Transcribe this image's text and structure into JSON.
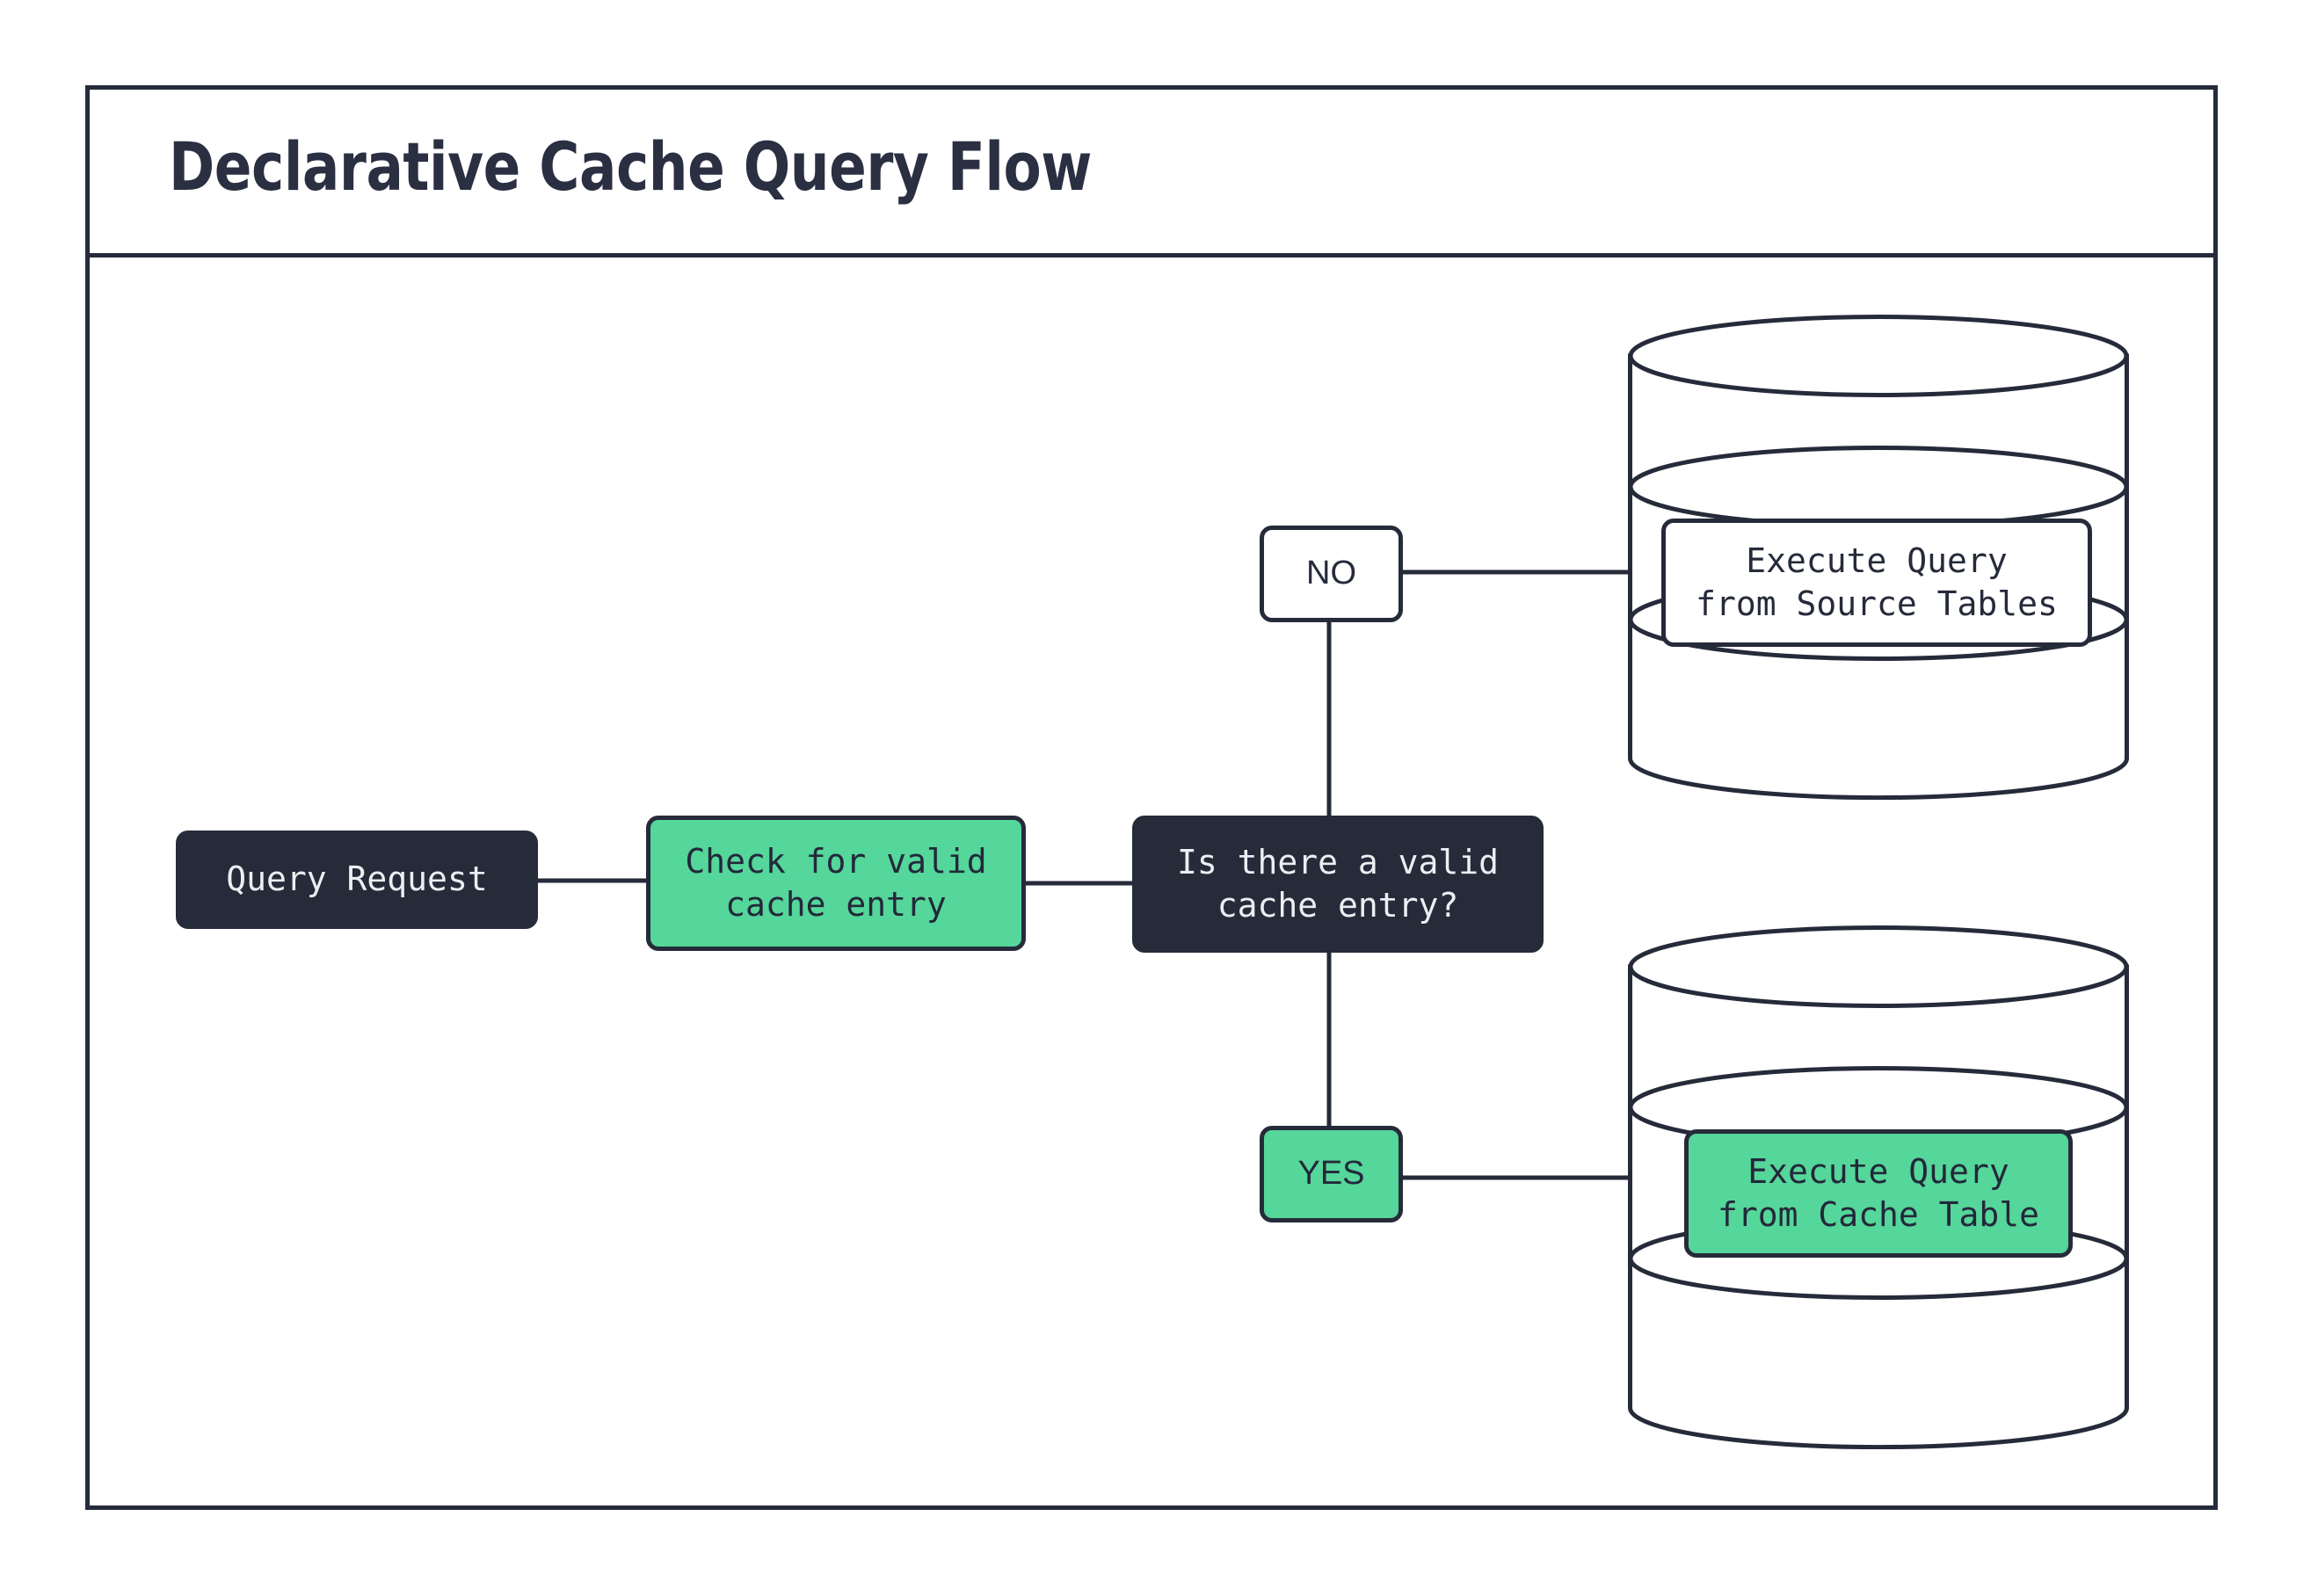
{
  "diagram": {
    "title": "Declarative Cache Query Flow",
    "type": "flowchart",
    "colors": {
      "dark": "#262b3a",
      "green": "#55d69a",
      "white": "#ffffff",
      "text_light": "#eceef2",
      "text_dark": "#23283a",
      "stroke": "#262b3a"
    },
    "nodes": {
      "query_request": {
        "label": "Query Request",
        "shape": "rounded-rect",
        "fill": "dark"
      },
      "check_cache": {
        "label": "Check for valid\ncache entry",
        "shape": "rounded-rect",
        "fill": "green"
      },
      "decision": {
        "label": "Is there a valid\ncache entry?",
        "shape": "rounded-rect",
        "fill": "dark"
      },
      "label_no": {
        "label": "NO",
        "shape": "rounded-rect",
        "fill": "white"
      },
      "label_yes": {
        "label": "YES",
        "shape": "rounded-rect",
        "fill": "green"
      },
      "source_tables": {
        "label": "Execute Query\nfrom Source Tables",
        "shape": "database-cylinder",
        "fill": "white"
      },
      "cache_table": {
        "label": "Execute Query\nfrom Cache Table",
        "shape": "database-cylinder",
        "fill": "green"
      }
    },
    "edges": [
      {
        "from": "query_request",
        "to": "check_cache",
        "label": ""
      },
      {
        "from": "check_cache",
        "to": "decision",
        "label": ""
      },
      {
        "from": "decision",
        "to": "label_no",
        "label": "NO"
      },
      {
        "from": "label_no",
        "to": "source_tables",
        "label": ""
      },
      {
        "from": "decision",
        "to": "label_yes",
        "label": "YES"
      },
      {
        "from": "label_yes",
        "to": "cache_table",
        "label": ""
      }
    ]
  }
}
